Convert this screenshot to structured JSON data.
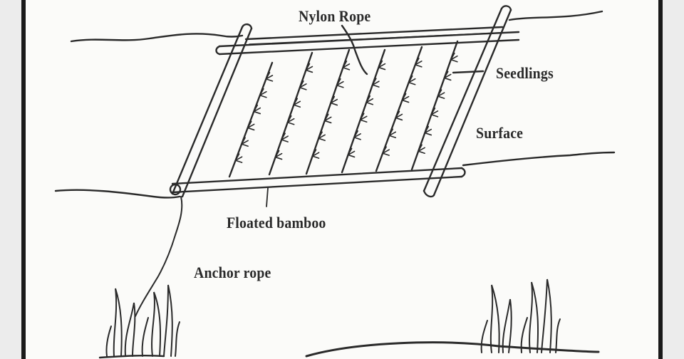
{
  "labels": {
    "nylon_rope": "Nylon Rope",
    "seedlings": "Seedlings",
    "surface": "Surface",
    "floated_bamboo": "Floated bamboo",
    "anchor_rope": "Anchor rope"
  },
  "colors": {
    "ink": "#2a2a2a",
    "paper": "#fbfbf9",
    "frame": "#1a1a1a",
    "background": "#ececec"
  }
}
